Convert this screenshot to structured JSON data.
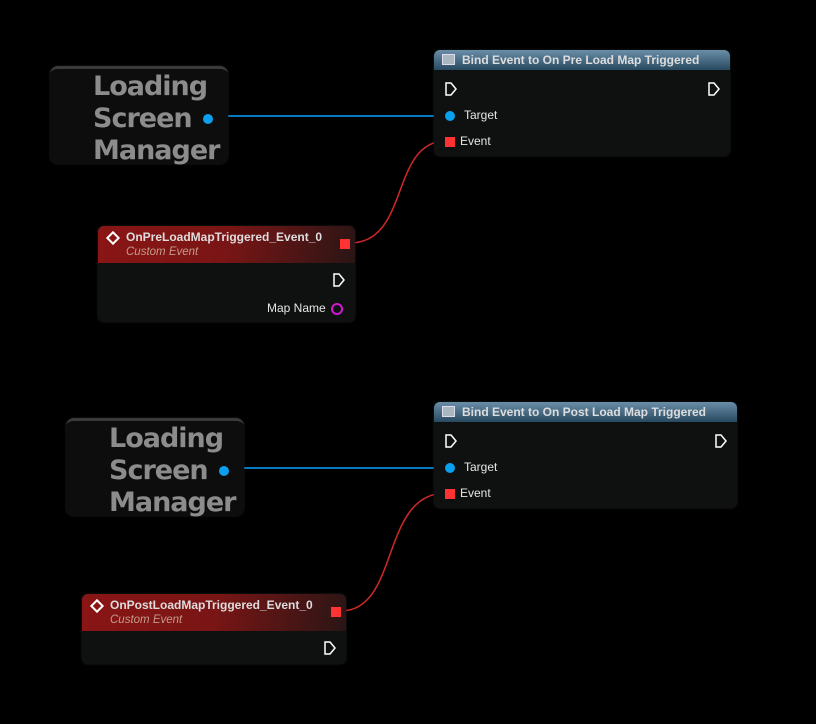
{
  "graph": {
    "var_nodes": [
      {
        "title": "Loading Screen Manager"
      },
      {
        "title": "Loading Screen Manager"
      }
    ],
    "bind_nodes": [
      {
        "title": "Bind Event to On Pre Load Map Triggered",
        "target_label": "Target",
        "event_label": "Event"
      },
      {
        "title": "Bind Event to On Post Load Map Triggered",
        "target_label": "Target",
        "event_label": "Event"
      }
    ],
    "event_nodes": [
      {
        "title": "OnPreLoadMapTriggered_Event_0",
        "subtitle": "Custom Event",
        "param_label": "Map Name"
      },
      {
        "title": "OnPostLoadMapTriggered_Event_0",
        "subtitle": "Custom Event"
      }
    ]
  },
  "colors": {
    "object_pin": "#0aa0ef",
    "delegate_pin": "#ff3333",
    "name_pin": "#d018d0",
    "event_header": "#8a1515",
    "function_header": "#4a6e88"
  }
}
